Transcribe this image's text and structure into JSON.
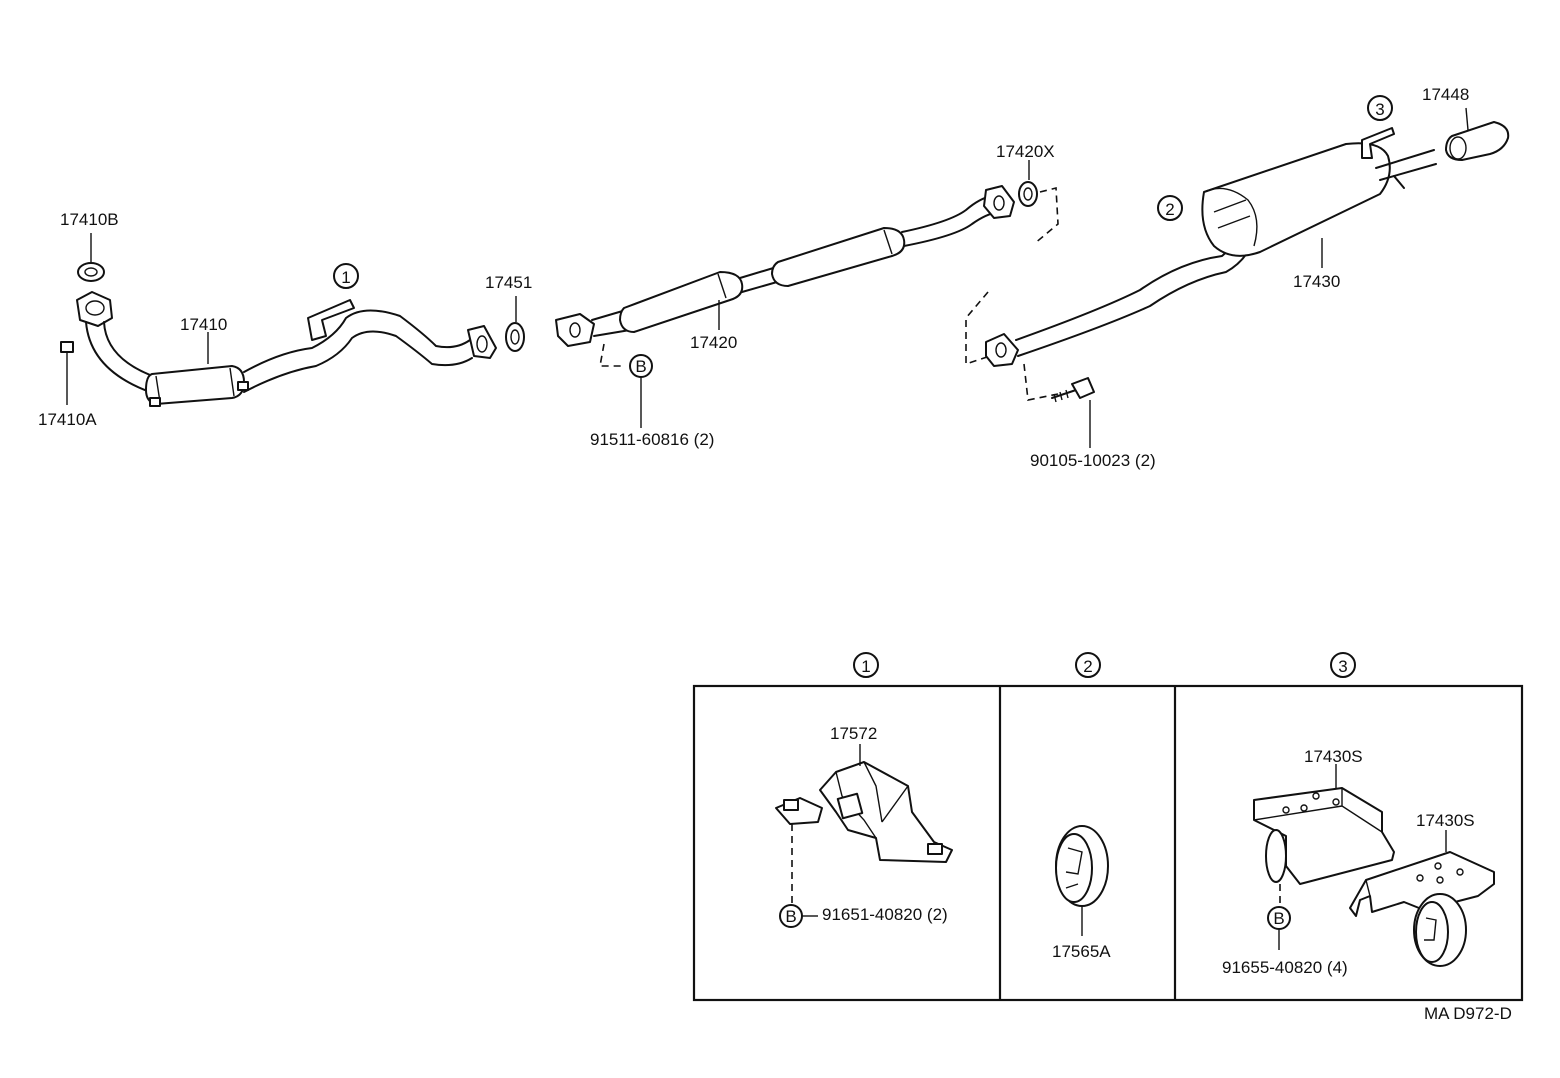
{
  "parts": {
    "p17410B": "17410B",
    "p17410": "17410",
    "p17410A": "17410A",
    "p17451": "17451",
    "p17420": "17420",
    "p17420X": "17420X",
    "p17430": "17430",
    "p17448": "17448",
    "bolt_b1": "91511-60816 (2)",
    "bolt_2": "90105-10023 (2)",
    "p17572": "17572",
    "bolt_b2": "91651-40820 (2)",
    "p17565A": "17565A",
    "p17430S_1": "17430S",
    "p17430S_2": "17430S",
    "bolt_b3": "91655-40820 (4)"
  },
  "callouts": {
    "c1": "1",
    "c2": "2",
    "c3": "3",
    "b": "B"
  },
  "drawing_code": "MA D972-D"
}
